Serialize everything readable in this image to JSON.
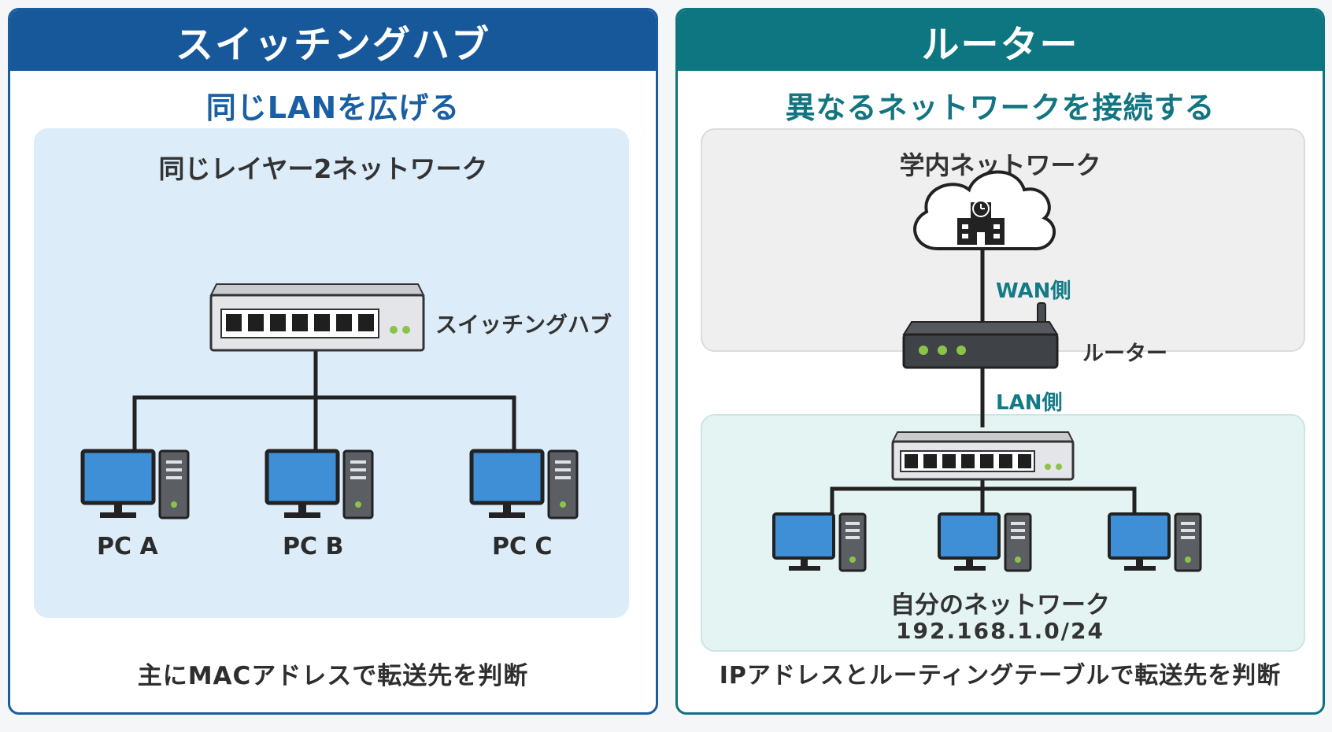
{
  "left": {
    "title": "スイッチングハブ",
    "subtitle": "同じLANを広げる",
    "zone_label": "同じレイヤー2ネットワーク",
    "device_label": "スイッチングハブ",
    "pcs": [
      "PC A",
      "PC B",
      "PC C"
    ],
    "footer": "主にMACアドレスで転送先を判断"
  },
  "right": {
    "title": "ルーター",
    "subtitle": "異なるネットワークを接続する",
    "wan_zone_label": "学内ネットワーク",
    "wan_side_label": "WAN側",
    "router_label": "ルーター",
    "lan_side_label": "LAN側",
    "lan_zone_label": "自分のネットワーク",
    "lan_subnet": "192.168.1.0/24",
    "footer": "IPアドレスとルーティングテーブルで転送先を判断"
  },
  "colors": {
    "switch_header": "#17589b",
    "router_header": "#0d7680",
    "lan_zone_fill": "#dcecf9",
    "wan_zone_fill": "#efefef",
    "teal_zone_fill": "#e4f4f2",
    "monitor_screen": "#3f8fd6",
    "status_led": "#8bc34a"
  },
  "icons": [
    "switch-icon",
    "pc-icon",
    "cloud-icon",
    "school-building-icon",
    "router-icon"
  ]
}
